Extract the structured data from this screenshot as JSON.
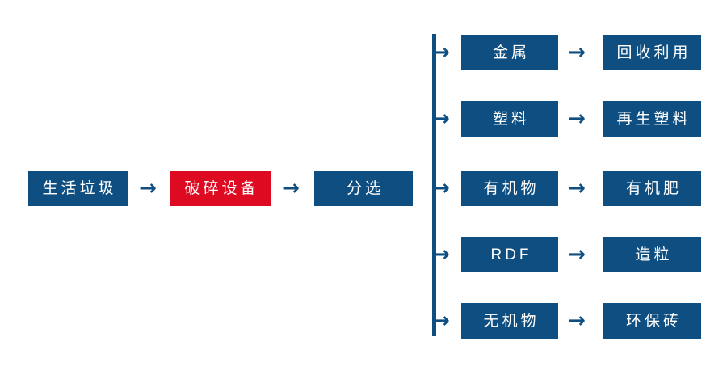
{
  "diagram": {
    "type": "flowchart",
    "title": "",
    "background_color": "#ffffff",
    "colors": {
      "primary_blue": "#0e4e80",
      "highlight_red": "#de0a21",
      "node_text": "#ffffff",
      "connector": "#0e4e80"
    },
    "arrow_glyph": "→",
    "main_chain": [
      {
        "label": "生活垃圾",
        "color": "blue"
      },
      {
        "label": "破碎设备",
        "color": "red"
      },
      {
        "label": "分选",
        "color": "blue"
      }
    ],
    "main_arrows": [
      "→",
      "→"
    ],
    "branches": [
      {
        "material": "金属",
        "arrow": "→",
        "product": "回收利用"
      },
      {
        "material": "塑料",
        "arrow": "→",
        "product": "再生塑料"
      },
      {
        "material": "有机物",
        "arrow": "→",
        "product": "有机肥"
      },
      {
        "material": "RDF",
        "arrow": "→",
        "product": "造粒"
      },
      {
        "material": "无机物",
        "arrow": "→",
        "product": "环保砖"
      }
    ],
    "branch_stub_arrows": [
      "→",
      "→",
      "→",
      "→",
      "→"
    ]
  }
}
